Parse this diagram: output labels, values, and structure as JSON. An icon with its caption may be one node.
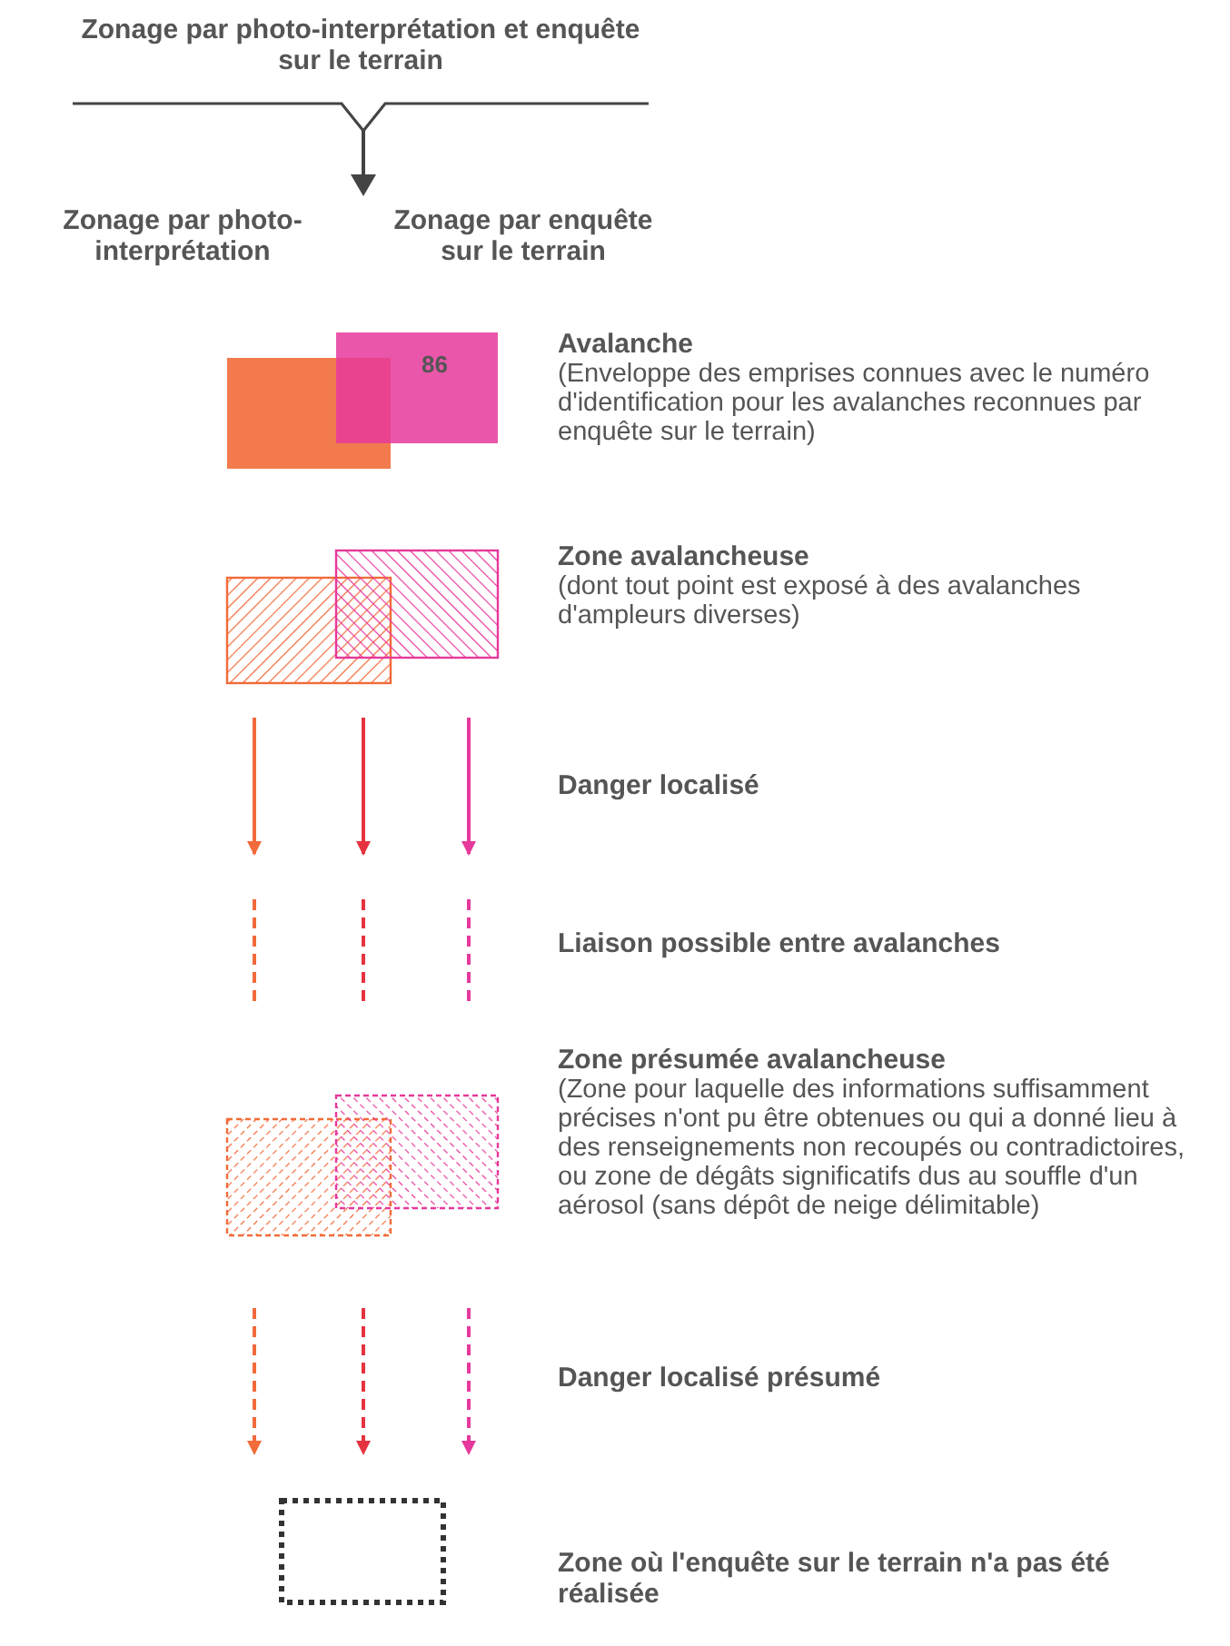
{
  "diagram": {
    "labels": [
      "Zonage par photo-interprétation et enquête sur le terrain",
      "Zonage par photo-interprétation",
      "Zonage par enquête sur le terrain",
      "86",
      "(Enveloppe des emprises connues avec le numéro d'identification pour les avalanches reconnues par enquête sur le terrain)",
      "(dont tout point est exposé à des avalanches d'ampleurs diverses)",
      "(Zone pour laquelle des informations suffisamment précises n'ont pu être obtenues ou qui a donné lieu à des renseignements non recoupés ou contradictoires, ou zone de dégâts significatifs dus au souffle d'un aérosol (sans dépôt de neige délimitable)"
    ],
    "legend": [
      {
        "text": "Avalanche"
      },
      {
        "text": "Zone avalancheuse"
      },
      {
        "text": "Danger localisé"
      },
      {
        "text": "Liaison possible entre avalanches"
      },
      {
        "text": "Zone présumée avalancheuse"
      },
      {
        "text": "Danger localisé présumé"
      },
      {
        "text": "Zone où l'enquête sur le terrain n'a pas été réalisée"
      }
    ]
  }
}
